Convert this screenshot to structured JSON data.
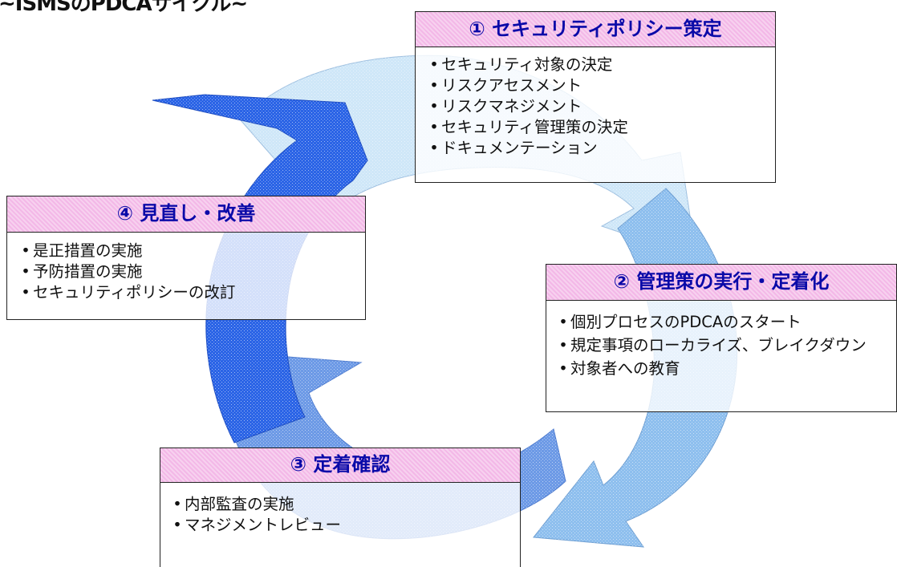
{
  "title": "~ISMSのPDCAサイクル~",
  "phases": [
    {
      "header": "① セキュリティポリシー策定",
      "items": [
        "セキュリティ対象の決定",
        "リスクアセスメント",
        "リスクマネジメント",
        "セキュリティ管理策の決定",
        "ドキュメンテーション"
      ]
    },
    {
      "header": "② 管理策の実行・定着化",
      "items": [
        "個別プロセスのPDCAのスタート",
        "規定事項のローカライズ、ブレイクダウン",
        "対象者への教育"
      ]
    },
    {
      "header": "③ 定着確認",
      "items": [
        "内部監査の実施",
        "マネジメントレビュー"
      ]
    },
    {
      "header": "④ 見直し・改善",
      "items": [
        "是正措置の実施",
        "予防措置の実施",
        "セキュリティポリシーの改訂"
      ]
    }
  ],
  "colors": {
    "header_fill": "#f3b8e7",
    "header_text": "#0a0aa8",
    "arrow_top": "#cfe7f8",
    "arrow_right": "#8ebfee",
    "arrow_bottom": "#6d9ae6",
    "arrow_left": "#2b64e6"
  }
}
